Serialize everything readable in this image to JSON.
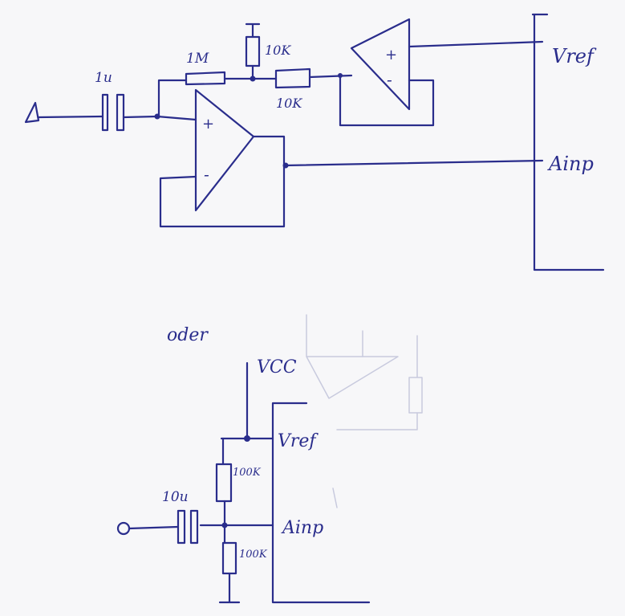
{
  "colors": {
    "ink": "#2a2d8c",
    "ghost": "#c8cade",
    "paper": "#f7f7f9"
  },
  "circuit_top": {
    "cap_label": "1u",
    "r_feedback_label": "1M",
    "r_divider_top_label": "10K",
    "r_divider_series_label": "10K",
    "opamp_plus": "+",
    "opamp_minus": "-",
    "buffer_plus": "+",
    "buffer_minus": "-",
    "pin_vref": "Vref",
    "pin_ain": "Ainp"
  },
  "separator_word": "oder",
  "circuit_bottom": {
    "vcc_label": "VCC",
    "pin_vref": "Vref",
    "pin_ain": "Ainp",
    "r_upper_label": "100K",
    "r_lower_label": "100K",
    "cap_label": "10u"
  }
}
